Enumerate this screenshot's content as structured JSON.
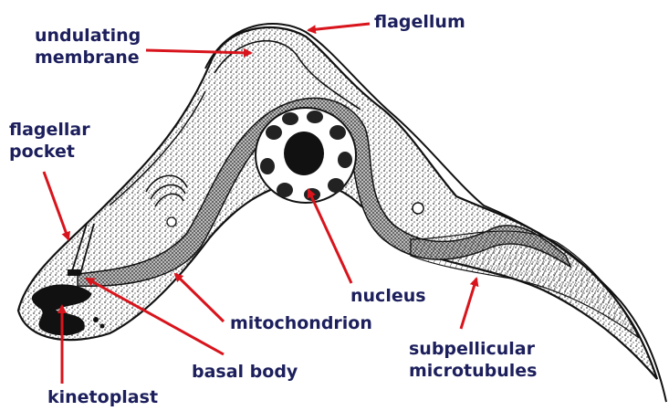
{
  "labels": {
    "undulating_membrane": [
      "undulating",
      "membrane"
    ],
    "flagellum": "flagellum",
    "flagellar_pocket": [
      "flagellar",
      "pocket"
    ],
    "nucleus": "nucleus",
    "mitochondrion": "mitochondrion",
    "subpellicular_microtubules": [
      "subpellicular",
      "microtubules"
    ],
    "basal_body": "basal body",
    "kinetoplast": "kinetoplast"
  },
  "colors": {
    "label_text": "#1c1f5c",
    "arrow": "#d8141c",
    "outline": "#111111",
    "stipple": "#555555"
  }
}
